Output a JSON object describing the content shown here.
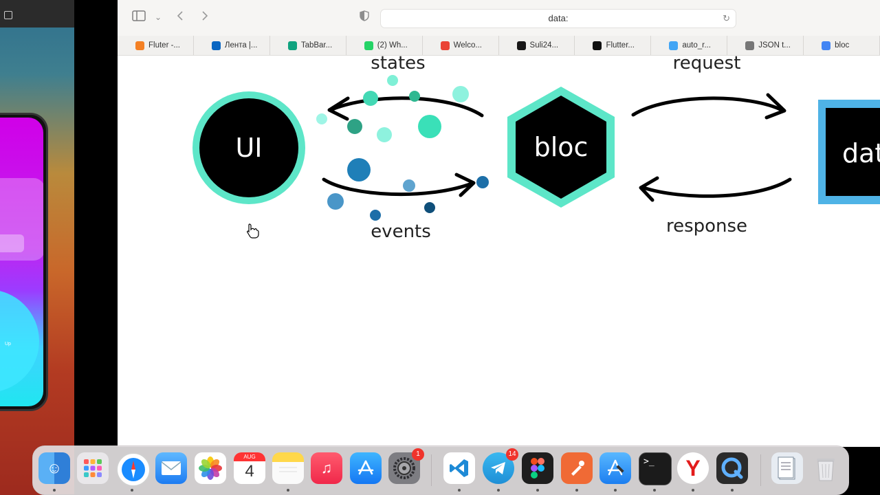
{
  "browser": {
    "address": "data:",
    "bookmarks": [
      {
        "label": "Fluter -...",
        "icon": "stackoverflow-icon",
        "color": "#f48024"
      },
      {
        "label": "Лента |...",
        "icon": "linkedin-icon",
        "color": "#0a66c2"
      },
      {
        "label": "TabBar...",
        "icon": "chatgpt-icon",
        "color": "#10a37f"
      },
      {
        "label": "(2) Wh...",
        "icon": "whatsapp-icon",
        "color": "#25d366"
      },
      {
        "label": "Welco...",
        "icon": "gmail-icon",
        "color": "#ea4335"
      },
      {
        "label": "Suli24...",
        "icon": "github-icon",
        "color": "#181717"
      },
      {
        "label": "Flutter...",
        "icon": "codepen-icon",
        "color": "#111111"
      },
      {
        "label": "auto_r...",
        "icon": "flutter-icon",
        "color": "#42a5f5"
      },
      {
        "label": "JSON t...",
        "icon": "j-icon",
        "color": "#777777"
      },
      {
        "label": "bloc",
        "icon": "google-icon",
        "color": "#4285f4"
      }
    ]
  },
  "diagram": {
    "ui_label": "UI",
    "bloc_label": "bloc",
    "data_label": "dat",
    "states_label": "states",
    "events_label": "events",
    "request_label": "request",
    "response_label": "response"
  },
  "dock": {
    "calendar_month": "AUG",
    "calendar_day": "4",
    "settings_badge": "1",
    "telegram_badge": "14"
  }
}
